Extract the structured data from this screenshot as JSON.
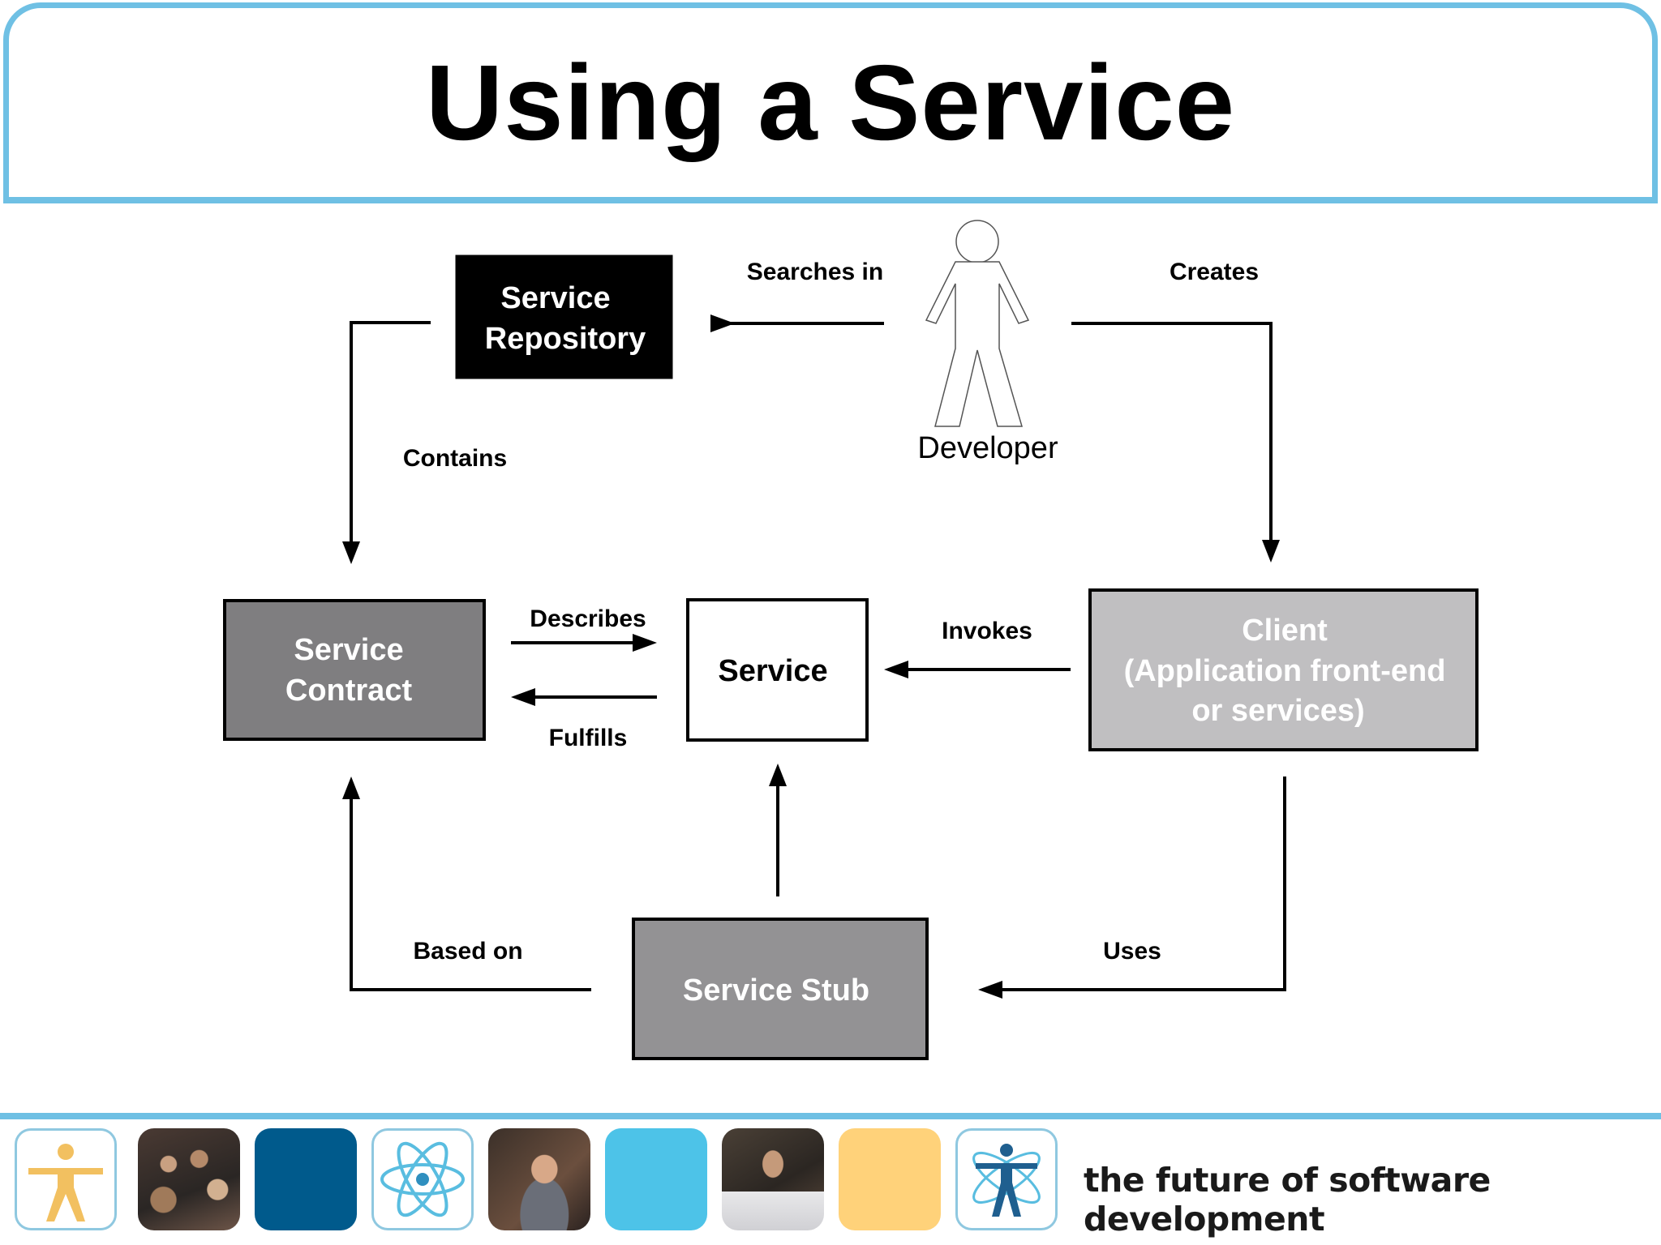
{
  "slide": {
    "title": "Using a Service",
    "footer_tagline": "the future of software development"
  },
  "colors": {
    "frame_blue": "#6fc0e4",
    "repository_fill": "#000000",
    "contract_fill": "#7f7e80",
    "stub_fill": "#939294",
    "client_fill": "#c0bfc1",
    "service_fill": "#ffffff",
    "tile_navy": "#005a8c",
    "tile_sky": "#4dc3e8",
    "tile_gold": "#ffd27a"
  },
  "nodes": {
    "repository": {
      "line1": "Service",
      "line2": "Repository"
    },
    "contract": {
      "line1": "Service",
      "line2": "Contract"
    },
    "service": {
      "label": "Service"
    },
    "client": {
      "line1": "Client",
      "line2": "(Application front-end",
      "line3": "or services)"
    },
    "stub": {
      "label": "Service Stub"
    },
    "developer": {
      "label": "Developer"
    }
  },
  "edges": {
    "searches_in": "Searches in",
    "creates": "Creates",
    "contains": "Contains",
    "describes": "Describes",
    "fulfills": "Fulfills",
    "invokes": "Invokes",
    "based_on": "Based on",
    "uses": "Uses"
  },
  "footer_tiles": [
    {
      "kind": "icon",
      "icon": "vitruvian-figure-icon"
    },
    {
      "kind": "photo",
      "icon": "audience-photo"
    },
    {
      "kind": "color",
      "color": "#005a8c"
    },
    {
      "kind": "icon",
      "icon": "atom-icon"
    },
    {
      "kind": "photo",
      "icon": "speaker-photo"
    },
    {
      "kind": "color",
      "color": "#4dc3e8"
    },
    {
      "kind": "photo",
      "icon": "laptop-user-photo"
    },
    {
      "kind": "color",
      "color": "#ffd27a"
    },
    {
      "kind": "icon",
      "icon": "atom-figure-icon"
    }
  ]
}
